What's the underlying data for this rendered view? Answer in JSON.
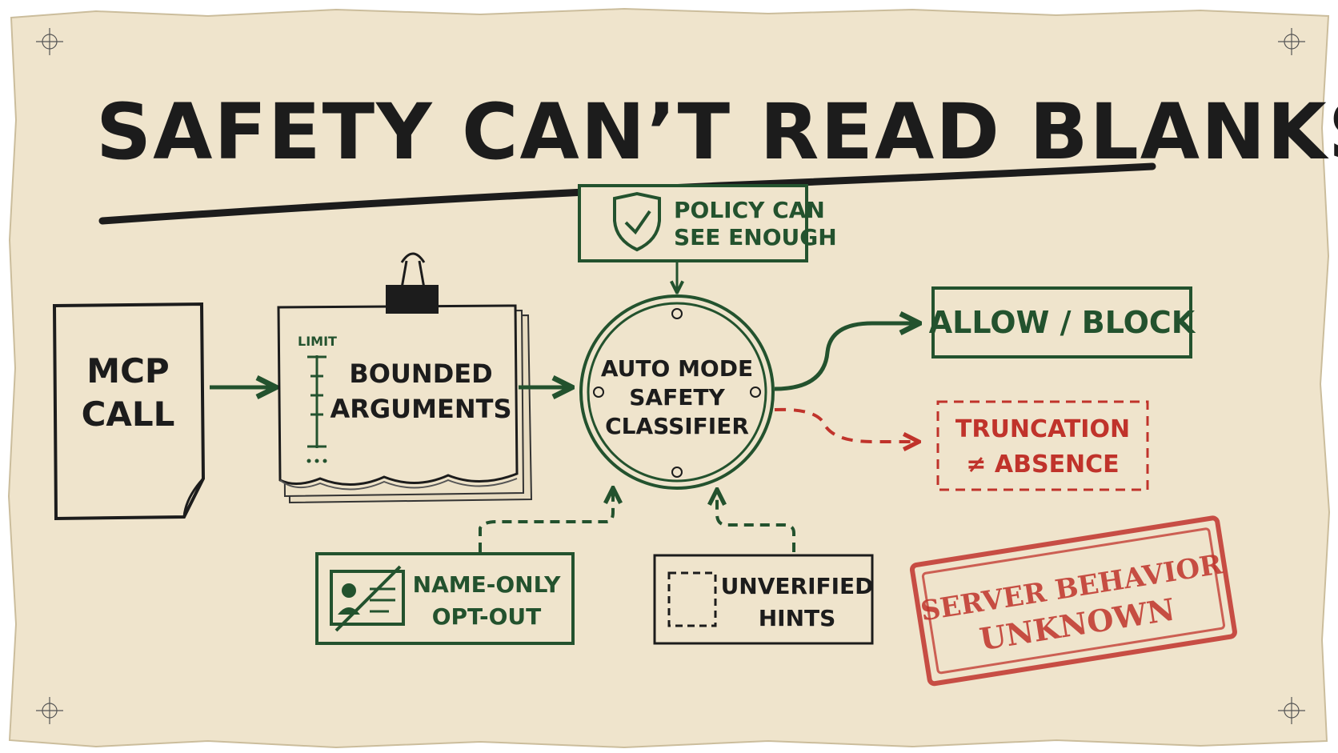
{
  "title": "SAFETY CAN’T READ BLANKS",
  "nodes": {
    "mcp_call": [
      "MCP",
      "CALL"
    ],
    "bounded_arguments": [
      "BOUNDED",
      "ARGUMENTS"
    ],
    "limit_label": "LIMIT",
    "classifier": [
      "AUTO MODE",
      "SAFETY",
      "CLASSIFIER"
    ],
    "policy": [
      "POLICY CAN",
      "SEE ENOUGH"
    ],
    "allow_block": "ALLOW / BLOCK",
    "truncation": [
      "TRUNCATION",
      "≠ ABSENCE"
    ],
    "name_only": [
      "NAME-ONLY",
      "OPT-OUT"
    ],
    "unverified": [
      "UNVERIFIED",
      "HINTS"
    ],
    "stamp": [
      "SERVER BEHAVIOR",
      "UNKNOWN"
    ]
  },
  "colors": {
    "paper": "#efe4cc",
    "ink": "#1c1c1c",
    "green": "#23522e",
    "red": "#c0332b"
  },
  "icons": [
    "shield-check-icon",
    "binder-clip-icon",
    "id-card-slash-icon",
    "dashed-square-icon"
  ]
}
